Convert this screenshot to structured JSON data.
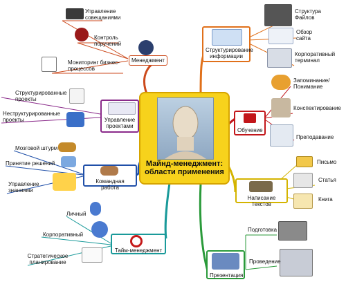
{
  "center": {
    "title": "Майнд-менеджмент: области применения"
  },
  "branches": {
    "management": {
      "label": "Менеджмент",
      "color": "#cc4a1c",
      "leaves": [
        "Управление совещаниями",
        "Контроль поручений",
        "Мониторинг бизнес-процессов"
      ]
    },
    "projects": {
      "label": "Управление проектами",
      "color": "#8a2a8a",
      "leaves": [
        "Структурированные проекты",
        "Неструктурированные проекты"
      ]
    },
    "team": {
      "label": "Командная работа",
      "color": "#1f4fa8",
      "leaves": [
        "Мозговой штурм",
        "Принятие решений",
        "Управление знаниями"
      ]
    },
    "time": {
      "label": "Тайм-менеджмент",
      "color": "#1a9a9a",
      "leaves": [
        "Личный",
        "Корпоративный",
        "Стратегическое планирование"
      ]
    },
    "structuring": {
      "label": "Структурирование информации",
      "color": "#e0701a",
      "leaves": [
        "Структура Файлов",
        "Обзор сайта",
        "Корпоративный терминал"
      ]
    },
    "learning": {
      "label": "Обучение",
      "color": "#c2161a",
      "leaves": [
        "Запоминание/ Понимание",
        "Конспектирование",
        "Преподавание"
      ]
    },
    "writing": {
      "label": "Написание текстов",
      "color": "#d4b400",
      "leaves": [
        "Письмо",
        "Статья",
        "Книга"
      ]
    },
    "presentation": {
      "label": "Презентация",
      "color": "#2a9a3a",
      "leaves": [
        "Подготовка",
        "Проведение"
      ]
    }
  },
  "icons": [
    "people-meeting-icon",
    "org-chart-icon",
    "businessman-icon",
    "handshake-icon",
    "target-clock-icon",
    "graduation-cap-icon",
    "pen-icon",
    "presentation-audience-icon"
  ]
}
